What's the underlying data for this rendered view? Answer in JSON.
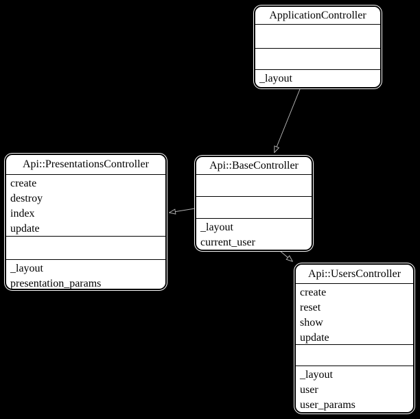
{
  "diagram": {
    "type": "uml-class-diagram",
    "colors": {
      "background": "#000000",
      "box_fill": "#ffffff",
      "box_border": "#000000",
      "text": "#000000",
      "edge": "#b4b4b4"
    },
    "classes": [
      {
        "title": "ApplicationController",
        "sections": [
          {
            "items": []
          },
          {
            "items": []
          },
          {
            "items": [
              "_layout"
            ]
          }
        ]
      },
      {
        "title": "Api::PresentationsController",
        "sections": [
          {
            "items": [
              "create",
              "destroy",
              "index",
              "update"
            ]
          },
          {
            "items": []
          },
          {
            "items": [
              "_layout",
              "presentation_params"
            ]
          }
        ]
      },
      {
        "title": "Api::BaseController",
        "sections": [
          {
            "items": []
          },
          {
            "items": []
          },
          {
            "items": [
              "_layout",
              "current_user"
            ]
          }
        ]
      },
      {
        "title": "Api::UsersController",
        "sections": [
          {
            "items": [
              "create",
              "reset",
              "show",
              "update"
            ]
          },
          {
            "items": []
          },
          {
            "items": [
              "_layout",
              "user",
              "user_params"
            ]
          }
        ]
      }
    ],
    "edges": [
      {
        "from": "ApplicationController",
        "to": "Api::BaseController",
        "relation": "inheritance"
      },
      {
        "from": "Api::BaseController",
        "to": "Api::PresentationsController",
        "relation": "inheritance"
      },
      {
        "from": "Api::BaseController",
        "to": "Api::UsersController",
        "relation": "inheritance"
      }
    ]
  }
}
